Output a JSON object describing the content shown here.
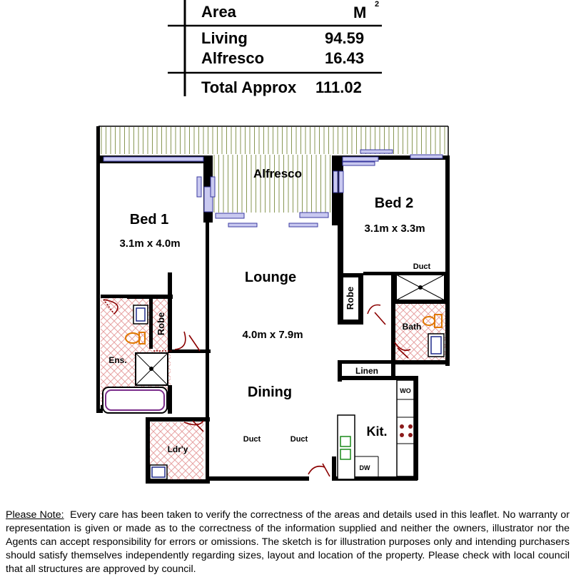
{
  "area_table": {
    "header_label": "Area",
    "header_unit": "M",
    "header_unit_sup": "2",
    "rows": [
      {
        "label": "Living",
        "value": "94.59"
      },
      {
        "label": "Alfresco",
        "value": "16.43"
      }
    ],
    "total": {
      "label": "Total Approx",
      "value": "111.02"
    }
  },
  "rooms": {
    "alfresco": "Alfresco",
    "bed1": "Bed 1",
    "bed1_size": "3.1m x 4.0m",
    "bed2": "Bed 2",
    "bed2_size": "3.1m x 3.3m",
    "lounge": "Lounge",
    "lounge_size": "4.0m x 7.9m",
    "dining": "Dining",
    "kitchen": "Kit.",
    "ensuite": "Ens.",
    "bath": "Bath",
    "laundry": "Ldr'y",
    "robe1": "Robe",
    "robe2": "Robe",
    "linen": "Linen",
    "duct_bath": "Duct",
    "duct_dining_1": "Duct",
    "duct_dining_2": "Duct",
    "wo": "WO",
    "dw": "DW"
  },
  "note": {
    "lead": "Please Note:",
    "text": "Every care has been taken to verify the correctness of the areas and details used in this leaflet. No warranty or representation is given or made as to the correctness of the information supplied and neither the owners, illustrator nor the Agents can accept responsibility for errors or omissions. The sketch is for illustration purposes only and intending purchasers should satisfy themselves independently regarding sizes, layout and location of the property. Please check with local council that all structures are approved by council."
  },
  "colors": {
    "wall": "#000000",
    "window": "#8a8ad6",
    "door": "#8b0000",
    "tile": "#e7a3a3",
    "fixture": "#7b2d8b",
    "toilet": "#e07800",
    "sink": "#1e2a8a",
    "cooktop": "#8b1a1a",
    "kitchen_sink": "#1a8a1a",
    "alfresco_line": "#6b7d2a"
  }
}
